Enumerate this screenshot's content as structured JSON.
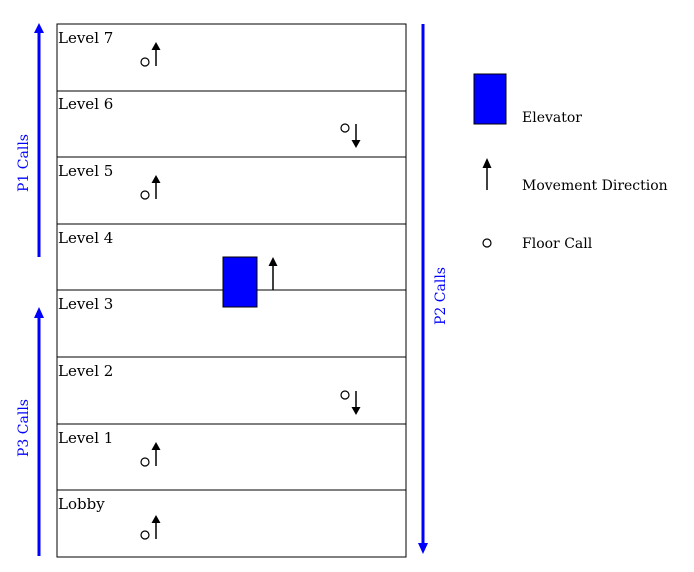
{
  "levels": [
    {
      "label": "Level 7",
      "calls": [
        {
          "type": "floor_call",
          "direction": "up"
        }
      ]
    },
    {
      "label": "Level 6",
      "calls": [
        {
          "type": "floor_call",
          "direction": "down"
        }
      ]
    },
    {
      "label": "Level 5",
      "calls": [
        {
          "type": "floor_call",
          "direction": "up"
        }
      ]
    },
    {
      "label": "Level 4",
      "calls": []
    },
    {
      "label": "Level 3",
      "calls": []
    },
    {
      "label": "Level 2",
      "calls": [
        {
          "type": "floor_call",
          "direction": "down"
        }
      ]
    },
    {
      "label": "Level 1",
      "calls": [
        {
          "type": "floor_call",
          "direction": "up"
        }
      ]
    },
    {
      "label": "Lobby",
      "calls": [
        {
          "type": "floor_call",
          "direction": "up"
        }
      ]
    }
  ],
  "elevator": {
    "between": [
      "Level 4",
      "Level 3"
    ],
    "direction": "up"
  },
  "side_arrows": {
    "p1": {
      "label": "P1 Calls",
      "direction": "up"
    },
    "p2": {
      "label": "P2 Calls",
      "direction": "down"
    },
    "p3": {
      "label": "P3 Calls",
      "direction": "up"
    }
  },
  "legend": {
    "elevator": "Elevator",
    "movement": "Movement Direction",
    "floor_call": "Floor Call"
  },
  "colors": {
    "accent": "#0000ff",
    "line": "#000000",
    "elevator_fill": "#0000ff"
  }
}
